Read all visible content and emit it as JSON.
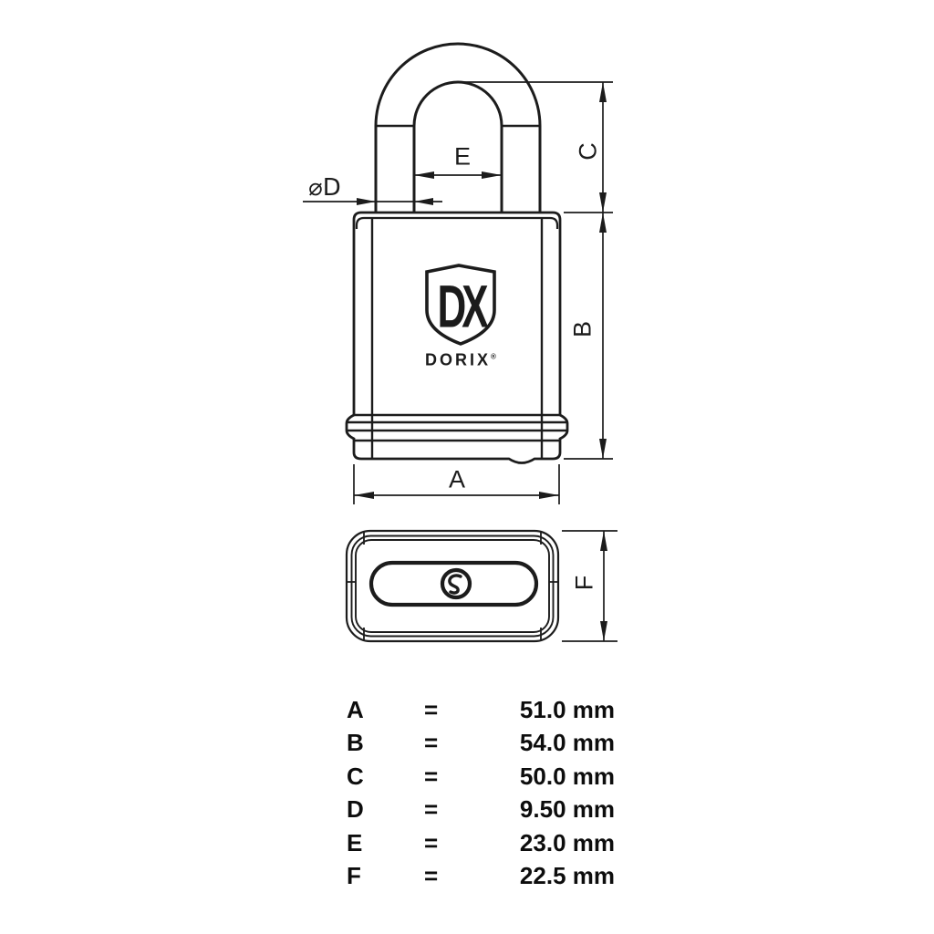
{
  "page": {
    "background": "#ffffff",
    "ink": "#1c1c1c"
  },
  "logo": {
    "monogram": "DX",
    "brand": "DORIX",
    "registered_mark": "®"
  },
  "dimension_labels": {
    "a": "A",
    "b": "B",
    "c": "C",
    "d_diameter": "⌀D",
    "e": "E",
    "f": "F"
  },
  "spec_table": {
    "rows": [
      {
        "label": "A",
        "equals": "=",
        "value": "51.0 mm"
      },
      {
        "label": "B",
        "equals": "=",
        "value": "54.0 mm"
      },
      {
        "label": "C",
        "equals": "=",
        "value": "50.0 mm"
      },
      {
        "label": "D",
        "equals": "=",
        "value": "9.50 mm"
      },
      {
        "label": "E",
        "equals": "=",
        "value": "23.0 mm"
      },
      {
        "label": "F",
        "equals": "=",
        "value": "22.5 mm"
      }
    ]
  }
}
